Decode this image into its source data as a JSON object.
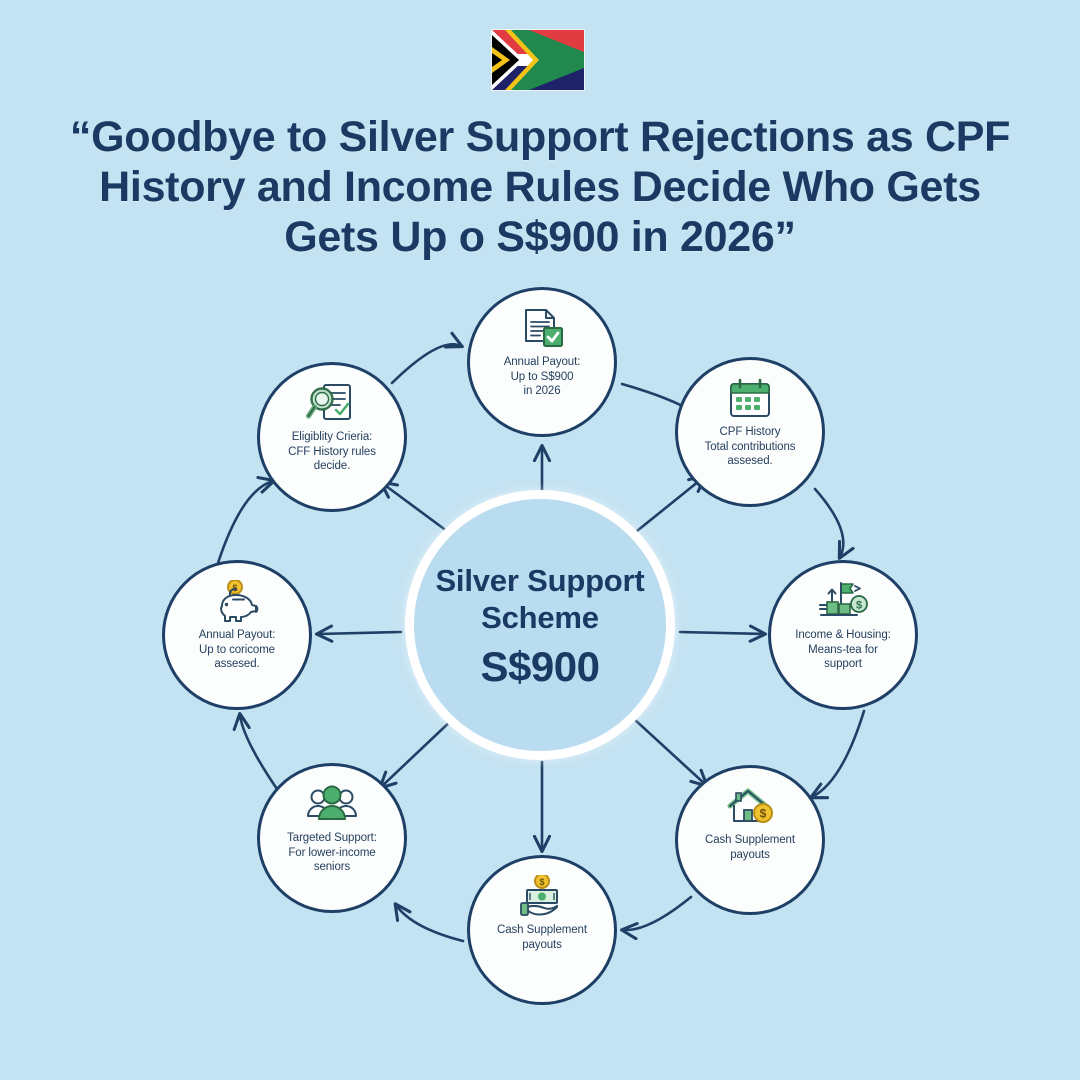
{
  "background_color": "#c3e2f2",
  "accent_navy": "#1b3a63",
  "accent_green": "#4caf6e",
  "accent_gold": "#f2c12e",
  "flag": {
    "icon": "south-africa-flag-icon",
    "name": "South Africa flag",
    "colors": {
      "red": "#e03c42",
      "blue": "#1f2268",
      "green": "#22894e",
      "gold": "#f3c417",
      "black": "#000000",
      "white": "#ffffff"
    }
  },
  "title": {
    "lines": [
      "“Goodbye to Silver Support Rejections as CPF",
      "History and Income Rules Decide Who Gets",
      "Gets Up o S$900 in 2026”"
    ],
    "color": "#1b3a63"
  },
  "center": {
    "label": "Silver Support Scheme",
    "amount": "S$900"
  },
  "nodes": [
    {
      "id": "annual-payout-2026",
      "icon": "document-check-icon",
      "lines": [
        "Annual Payout:",
        "Up to S$900",
        "in 2026"
      ]
    },
    {
      "id": "cpf-history",
      "icon": "calendar-icon",
      "lines": [
        "CPF History",
        "Total contributions",
        "assesed."
      ]
    },
    {
      "id": "income-housing",
      "icon": "growth-chart-flag-coin-icon",
      "lines": [
        "Income & Housing:",
        "Means-tea for",
        "support"
      ]
    },
    {
      "id": "cash-supplement-housing",
      "icon": "house-coin-icon",
      "lines": [
        "Cash Supplement",
        "payouts"
      ]
    },
    {
      "id": "cash-supplement-payouts",
      "icon": "hand-money-icon",
      "lines": [
        "Cash Supplement",
        "payouts"
      ]
    },
    {
      "id": "targeted-support",
      "icon": "people-group-icon",
      "lines": [
        "Targeted Support:",
        "For lower-income",
        "seniors"
      ]
    },
    {
      "id": "annual-payout-income",
      "icon": "piggy-bank-coin-icon",
      "lines": [
        "Annual Payout:",
        "Up to coricome",
        "assesed."
      ]
    },
    {
      "id": "eligibility-criteria",
      "icon": "magnifier-checklist-icon",
      "lines": [
        "Eligiblity Crieria:",
        "CFF History rules",
        "decide."
      ]
    }
  ]
}
